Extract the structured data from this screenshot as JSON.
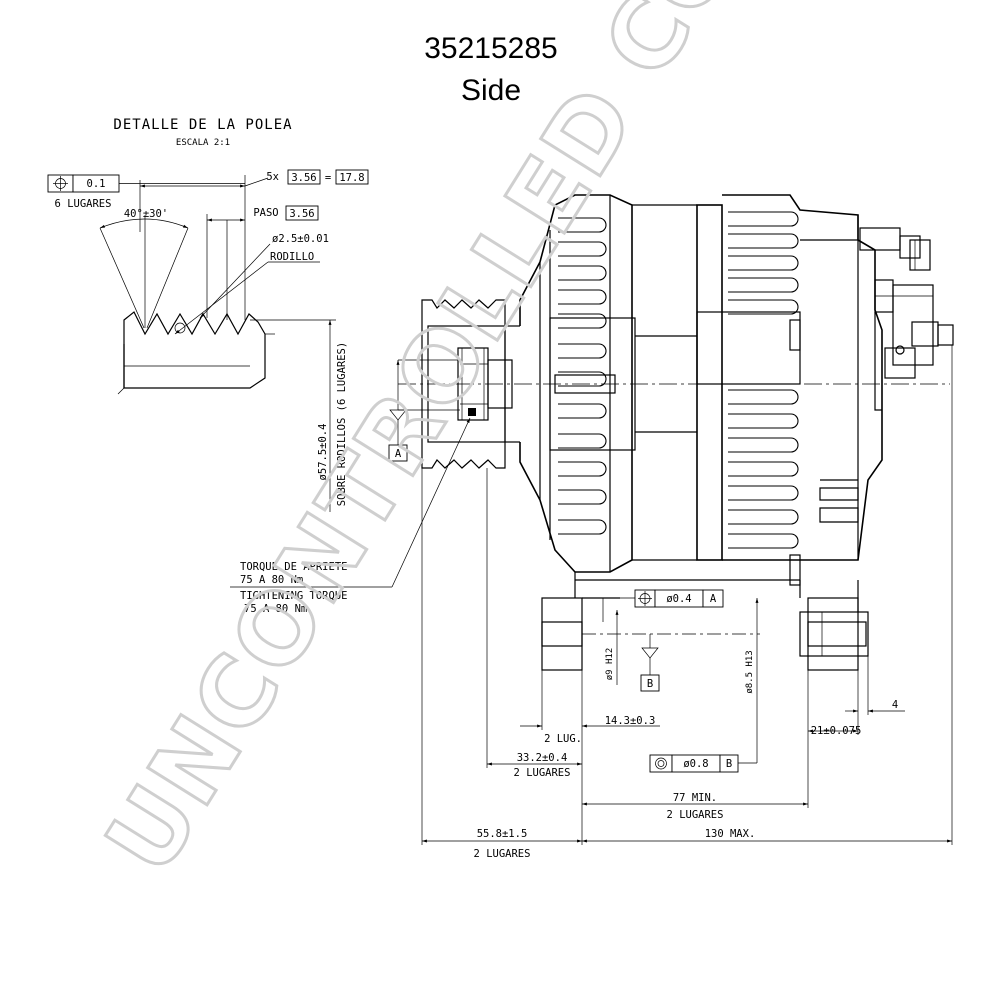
{
  "title": {
    "part_number": "35215285",
    "view": "Side"
  },
  "watermark": "UNCONTROLLED COPY",
  "pulley_detail": {
    "heading": "DETALLE DE LA POLEA",
    "scale": "ESCALA 2:1",
    "tolerance_value": "0.1",
    "places": "6 LUGARES",
    "groove_angle": "40°±30'",
    "pitch_count": "5x",
    "pitch_value": "3.56",
    "equals": "=",
    "pitch_total": "17.8",
    "pitch_label": "PASO",
    "pitch_box": "3.56",
    "roller_dia": "ø2.5±0.01",
    "roller_label": "RODILLO",
    "over_rollers_dim": "ø57.5±0.4",
    "over_rollers_label": "SOBRE RODILLOS (6 LUGARES)"
  },
  "datums": {
    "a": "A",
    "b": "B"
  },
  "torque": {
    "es_label": "TORQUE DE APRIETE",
    "es_value": "75 A 80 Nm",
    "en_label": "TIGHTENING TORQUE",
    "en_value": "75 A 80 Nm"
  },
  "tolerances": {
    "position_value": "ø0.4",
    "position_datum": "A",
    "concentric_value": "ø0.8",
    "concentric_datum": "B"
  },
  "dimensions": {
    "bore_small": "ø9 H12",
    "bore_large": "ø8.5 H13",
    "two_lug": "2 LUG.",
    "d_14_3": "14.3±0.3",
    "d_33_2": "33.2±0.4",
    "d_33_2_places": "2 LUGARES",
    "d_77": "77 MIN.",
    "d_77_places": "2 LUGARES",
    "d_55_8": "55.8±1.5",
    "d_55_8_places": "2 LUGARES",
    "d_130": "130 MAX.",
    "d_21": "21±0.075",
    "d_4": "4"
  },
  "icons": {
    "position_symbol": "position-crosshair-icon",
    "concentric_symbol": "concentricity-circle-icon",
    "datum_triangle": "datum-triangle-icon"
  }
}
